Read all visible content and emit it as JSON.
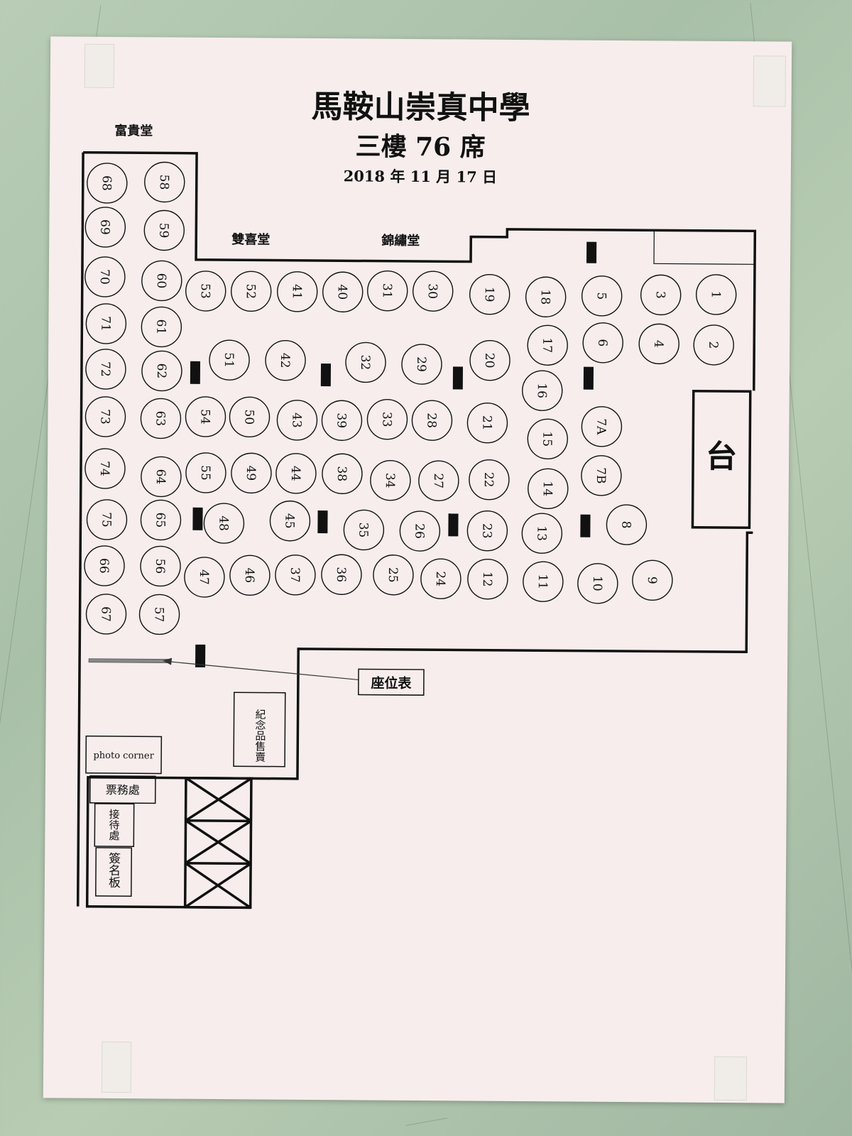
{
  "header": {
    "school": "馬鞍山崇真中學",
    "floor": "三樓 76 席",
    "date": "2018 年 11 月 17 日"
  },
  "rooms": {
    "fugui": "富貴堂",
    "shuangxi": "雙喜堂",
    "jinxiu": "錦繡堂"
  },
  "stage": "台",
  "facilities": {
    "seating_chart": "座位表",
    "souvenir": "紀念品售賣",
    "photo_corner": "photo corner",
    "ticket": "票務處",
    "reception": "接待處",
    "signing": "簽名板"
  },
  "tables": [
    "1",
    "2",
    "3",
    "4",
    "5",
    "6",
    "7A",
    "7B",
    "8",
    "9",
    "10",
    "11",
    "12",
    "13",
    "14",
    "15",
    "16",
    "17",
    "18",
    "19",
    "20",
    "21",
    "22",
    "23",
    "24",
    "25",
    "26",
    "27",
    "28",
    "29",
    "30",
    "31",
    "32",
    "33",
    "34",
    "35",
    "36",
    "37",
    "38",
    "39",
    "40",
    "41",
    "42",
    "43",
    "44",
    "45",
    "46",
    "47",
    "48",
    "49",
    "50",
    "51",
    "52",
    "53",
    "54",
    "55",
    "56",
    "57",
    "58",
    "59",
    "60",
    "61",
    "62",
    "63",
    "64",
    "65",
    "66",
    "67",
    "68",
    "69",
    "70",
    "71",
    "72",
    "73",
    "74",
    "75"
  ]
}
